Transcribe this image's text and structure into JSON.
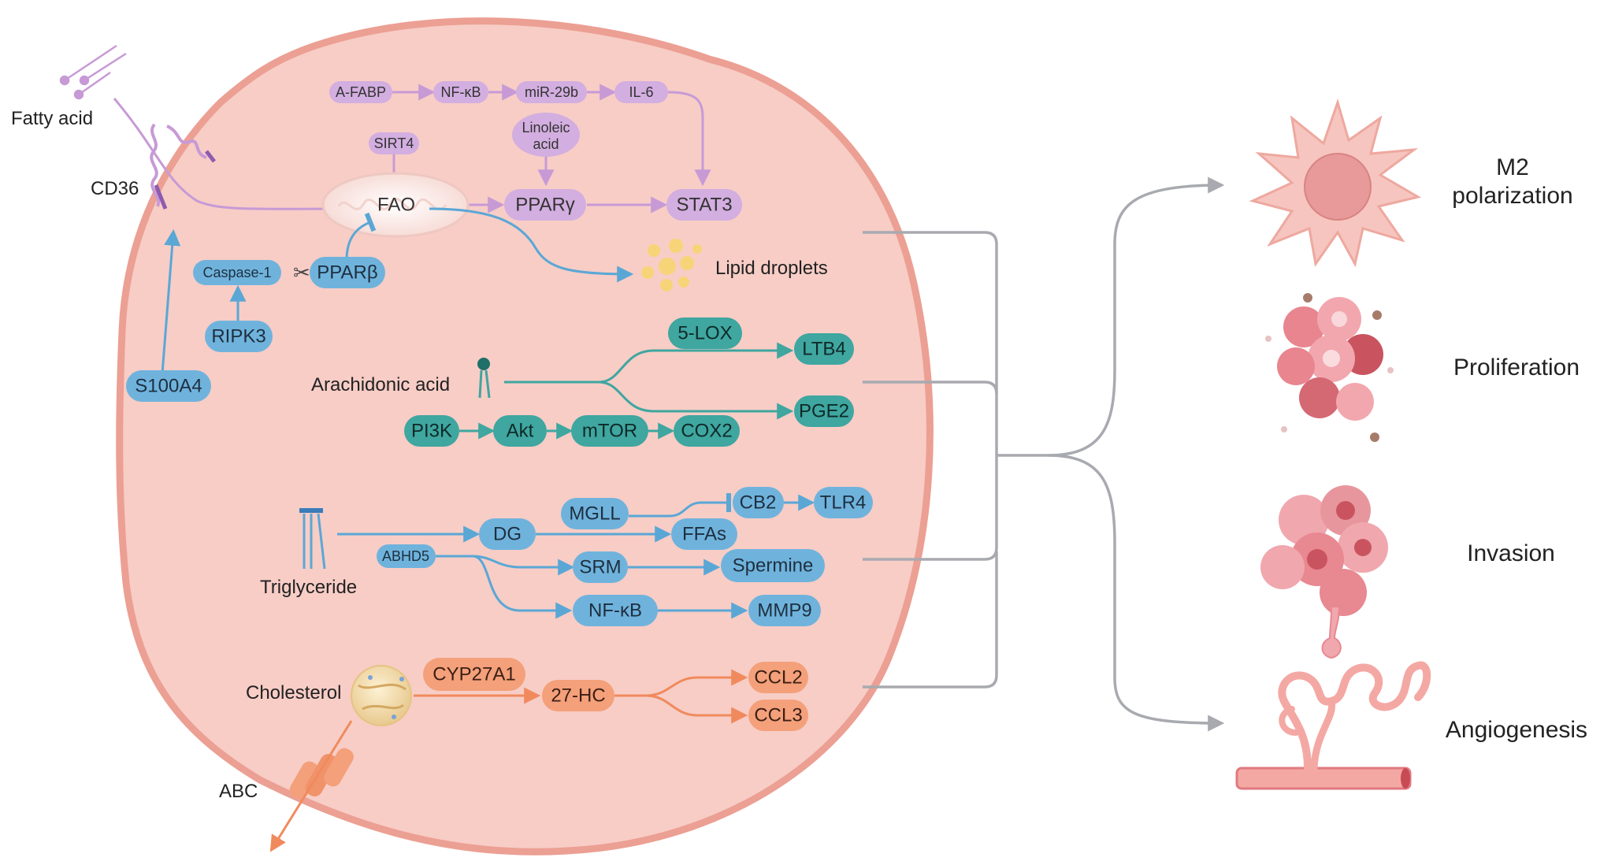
{
  "inputs": {
    "fatty_acid": "Fatty acid",
    "cd36": "CD36",
    "arachidonic_acid": "Arachidonic acid",
    "triglyceride": "Triglyceride",
    "cholesterol": "Cholesterol",
    "abc": "ABC",
    "lipid_droplets": "Lipid droplets"
  },
  "purple_nodes": {
    "afabp": "A-FABP",
    "nfkb_top": "NF-κB",
    "mir29b": "miR-29b",
    "il6": "IL-6",
    "sirt4": "SIRT4",
    "linoleic_1": "Linoleic",
    "linoleic_2": "acid",
    "fao": "FAO",
    "ppar_gamma": "PPARγ",
    "stat3": "STAT3"
  },
  "blue_nodes": {
    "caspase1": "Caspase-1",
    "ppar_beta": "PPARβ",
    "ripk3": "RIPK3",
    "s100a4": "S100A4",
    "dg": "DG",
    "mgll": "MGLL",
    "cb2": "CB2",
    "tlr4": "TLR4",
    "ffas": "FFAs",
    "abhd5": "ABHD5",
    "srm": "SRM",
    "spermine": "Spermine",
    "nfkb_bottom": "NF-κB",
    "mmp9": "MMP9"
  },
  "teal_nodes": {
    "lox5": "5-LOX",
    "ltb4": "LTB4",
    "pge2": "PGE2",
    "pi3k": "PI3K",
    "akt": "Akt",
    "mtor": "mTOR",
    "cox2": "COX2"
  },
  "orange_nodes": {
    "cyp27a1": "CYP27A1",
    "hc27": "27-HC",
    "ccl2": "CCL2",
    "ccl3": "CCL3"
  },
  "outcomes": {
    "m2_line1": "M2",
    "m2_line2": "polarization",
    "proliferation": "Proliferation",
    "invasion": "Invasion",
    "angiogenesis": "Angiogenesis"
  },
  "colors": {
    "cell_fill": "#f7cdc6",
    "cell_border": "#ec9f93",
    "purple": "#d3aee0",
    "purple_line": "#c79ad6",
    "blue": "#6fb3dd",
    "blue_line": "#5aa7d6",
    "teal": "#3fa6a0",
    "orange": "#f4a07a",
    "orange_line": "#f08a5d",
    "connector": "#a8aab0"
  }
}
